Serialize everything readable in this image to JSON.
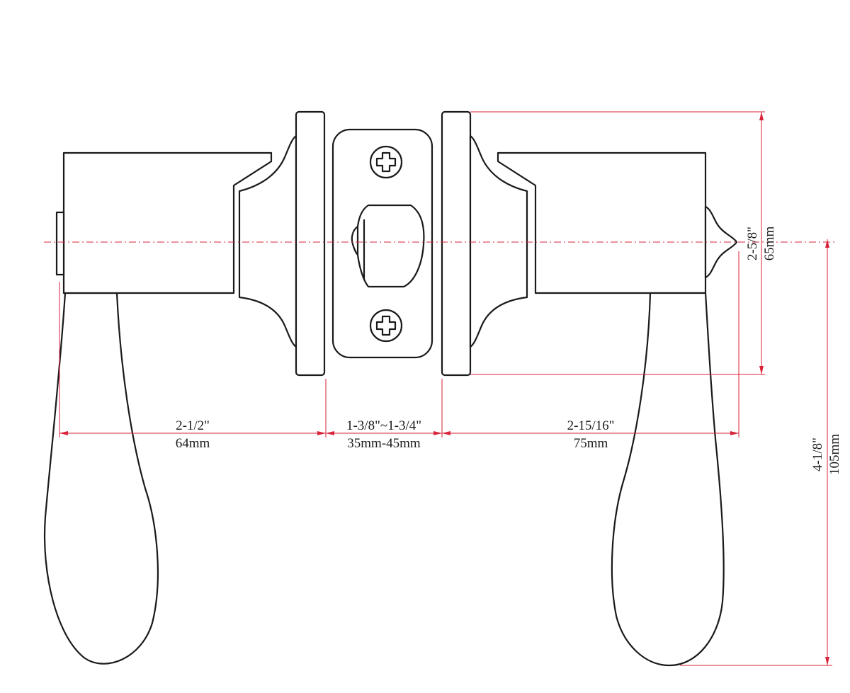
{
  "colors": {
    "line": "#1a1a1a",
    "dimension": "#d9233a",
    "background": "#ffffff"
  },
  "dimensions": {
    "left_rose_projection": {
      "imperial": "2-1/2\"",
      "metric": "64mm"
    },
    "door_thickness": {
      "imperial": "1-3/8\"~1-3/4\"",
      "metric": "35mm-45mm"
    },
    "right_rose_projection": {
      "imperial": "2-15/16\"",
      "metric": "75mm"
    },
    "rose_diameter": {
      "imperial": "2-5/8\"",
      "metric": "65mm"
    },
    "lever_length": {
      "imperial": "4-1/8\"",
      "metric": "105mm"
    }
  }
}
